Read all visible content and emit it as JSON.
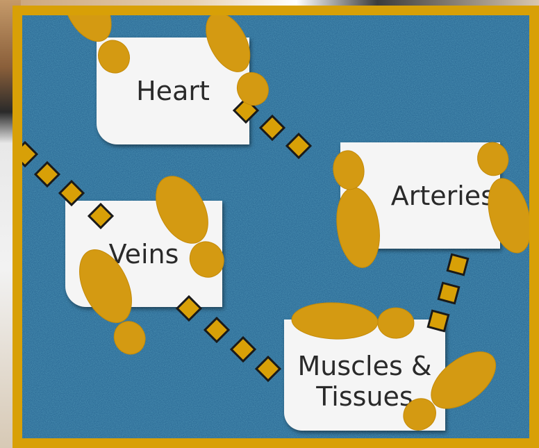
{
  "notes": {
    "heart": "Heart",
    "arteries": "Arteries",
    "veins": "Veins",
    "muscles_line1": "Muscles &",
    "muscles_line2": "Tissues"
  },
  "colors": {
    "frame": "#d8a007",
    "carpet": "#2f6f99",
    "footprint": "#d49a12",
    "path_marker": "#d8a007",
    "note": "#f5f5f5"
  },
  "icons": [
    "footprint-icon",
    "path-marker-icon"
  ]
}
